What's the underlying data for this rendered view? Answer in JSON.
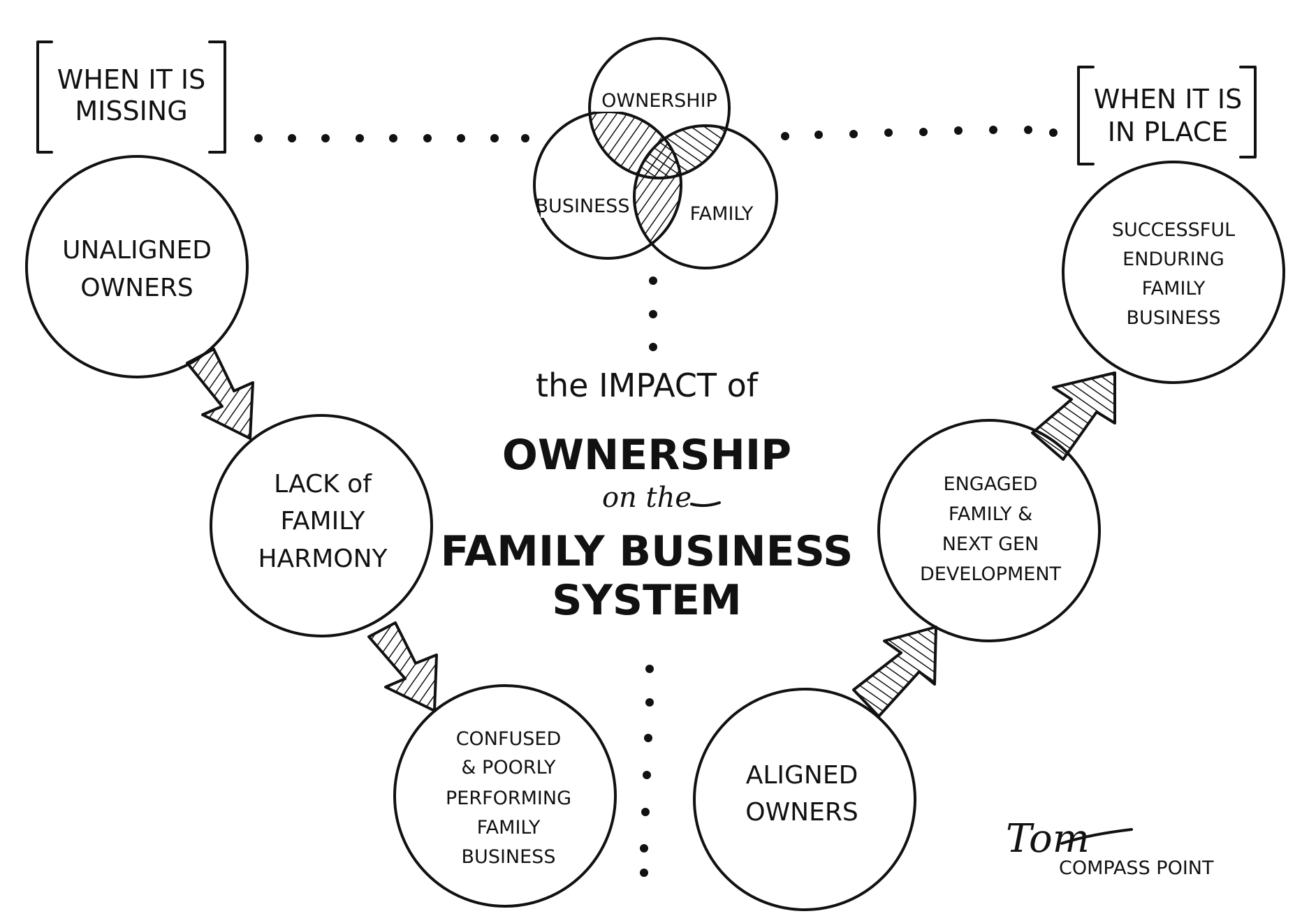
{
  "header": {
    "missing_label": [
      "WHEN IT IS",
      "MISSING"
    ],
    "in_place_label": [
      "WHEN IT IS",
      "IN PLACE"
    ]
  },
  "venn": {
    "top": "OWNERSHIP",
    "left": "BUSINESS",
    "right": "FAMILY"
  },
  "title": {
    "line1": "the IMPACT of",
    "line2": "OWNERSHIP",
    "line3": "on the",
    "line4": "FAMILY BUSINESS",
    "line5": "SYSTEM"
  },
  "left_path": [
    {
      "lines": [
        "UNALIGNED",
        "OWNERS"
      ]
    },
    {
      "lines": [
        "LACK of",
        "FAMILY",
        "HARMONY"
      ]
    },
    {
      "lines": [
        "CONFUSED",
        "& POORLY",
        "PERFORMING",
        "FAMILY",
        "BUSINESS"
      ]
    }
  ],
  "right_path": [
    {
      "lines": [
        "ALIGNED",
        "OWNERS"
      ]
    },
    {
      "lines": [
        "ENGAGED",
        "FAMILY &",
        "NEXT GEN",
        "DEVELOPMENT"
      ]
    },
    {
      "lines": [
        "SUCCESSFUL",
        "ENDURING",
        "FAMILY",
        "BUSINESS"
      ]
    }
  ],
  "signature": {
    "name": "Tom",
    "brand": "COMPASS POINT"
  },
  "colors": {
    "ink": "#111111",
    "paper": "#ffffff"
  }
}
